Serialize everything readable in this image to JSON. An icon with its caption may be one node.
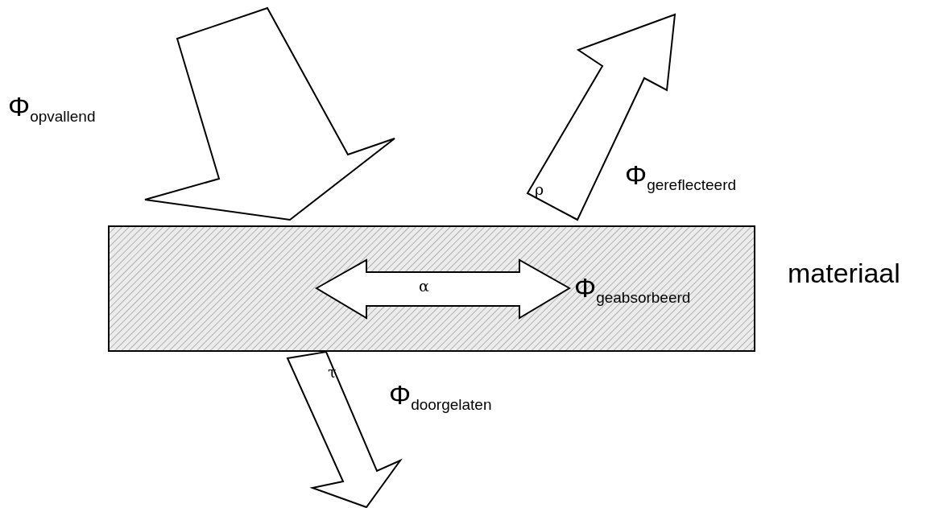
{
  "diagram": {
    "nodes": [
      {
        "text": [],
        "shape": "box",
        "beside": [
          "materiaal"
        ]
      },
      {
        "text": [],
        "shape": "arrow",
        "beside": [
          "Φ$_{opvallend}$"
        ]
      },
      {
        "text": [
          "ρ"
        ],
        "beside": [
          "Φ$_{gereflecteerd}$"
        ]
      },
      {
        "text": [
          "α"
        ],
        "in": 0,
        "beside": [
          "Φ$_{geabsorbeerd}$"
        ]
      },
      {
        "text": [
          "τ"
        ],
        "beside": [
          "Φ$_{doorgelaten}$"
        ]
      }
    ]
  }
}
